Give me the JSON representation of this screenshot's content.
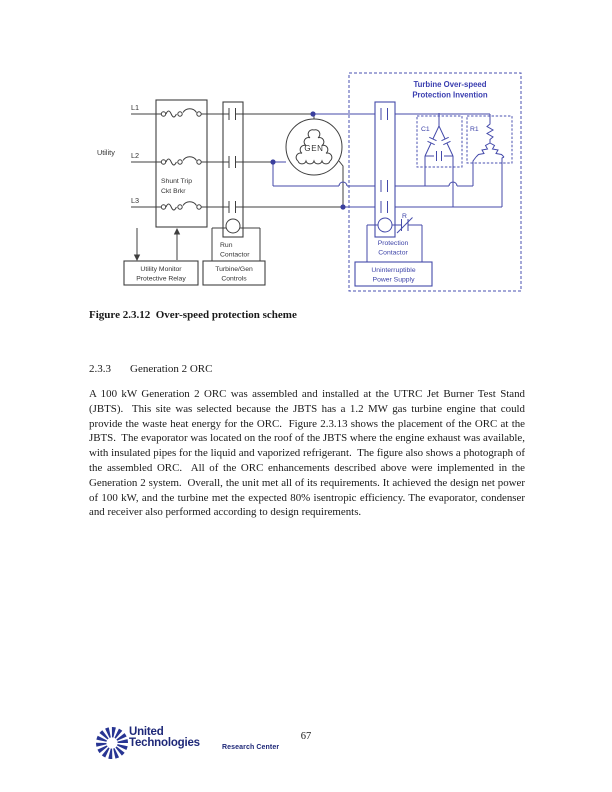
{
  "colors": {
    "diagram_dark": "#3f3f3f",
    "diagram_blue": "#444aaa",
    "title_blue": "#3a3eb0",
    "footer_navy": "#1e2878"
  },
  "diagram": {
    "title_line1": "Turbine Over-speed",
    "title_line2": "Protection Invention",
    "utility": "Utility",
    "l1": "L1",
    "l2": "L2",
    "l3": "L3",
    "shunt_trip_line1": "Shunt Trip",
    "shunt_trip_line2": "Ckt Brkr",
    "gen": "GEN",
    "run_line1": "Run",
    "run_line2": "Contactor",
    "utility_monitor_line1": "Utility Monitor",
    "utility_monitor_line2": "Protective Relay",
    "turbine_gen_line1": "Turbine/Gen",
    "turbine_gen_line2": "Controls",
    "c1": "C1",
    "r1": "R1",
    "r": "R",
    "protection_line1": "Protection",
    "protection_line2": "Contactor",
    "ups_line1": "Uninterruptible",
    "ups_line2": "Power Supply"
  },
  "figure_caption": "Figure 2.3.12  Over-speed protection scheme",
  "section": {
    "number": "2.3.3",
    "title": "Generation 2 ORC"
  },
  "paragraph": "A 100 kW Generation 2 ORC was assembled and installed at the UTRC Jet Burner Test Stand (JBTS).  This site was selected because the JBTS has a 1.2 MW gas turbine engine that could provide the waste heat energy for the ORC.  Figure 2.3.13 shows the placement of the ORC at the JBTS.  The evaporator was located on the roof of the JBTS where the engine exhaust was available, with insulated pipes for the liquid and vaporized refrigerant.  The figure also shows a photograph of the assembled ORC.  All of the ORC enhancements described above were implemented in the Generation 2 system.  Overall, the unit met all of its requirements. It achieved the design net power of 100 kW, and the turbine met the expected 80% isentropic efficiency. The evaporator, condenser and receiver also performed according to design requirements.",
  "footer": {
    "brand_line1": "United",
    "brand_line2": "Technologies",
    "division": "Research Center",
    "page_number": "67"
  }
}
